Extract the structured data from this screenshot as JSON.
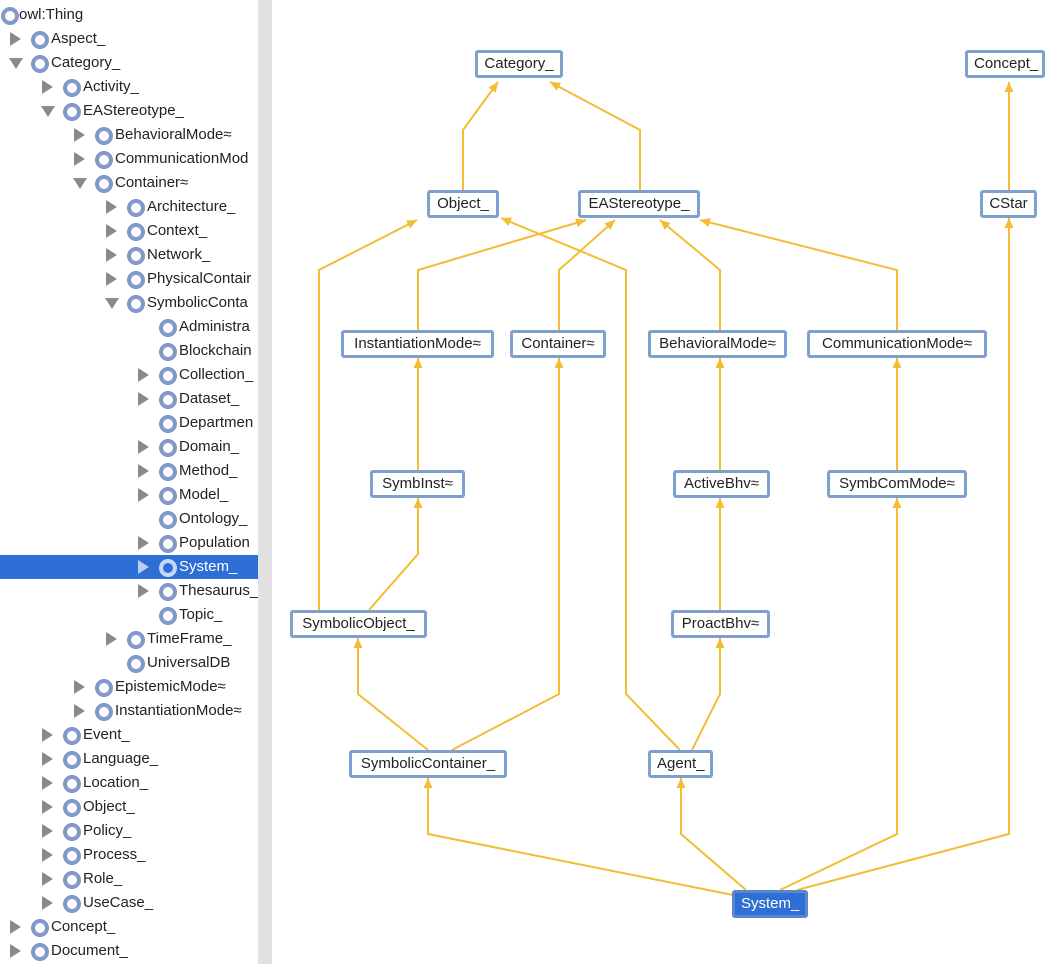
{
  "tree": [
    {
      "label": "owl:Thing",
      "depth": 0,
      "toggle": "none"
    },
    {
      "label": "Aspect_",
      "depth": 1,
      "toggle": "collapsed"
    },
    {
      "label": "Category_",
      "depth": 1,
      "toggle": "expanded"
    },
    {
      "label": "Activity_",
      "depth": 2,
      "toggle": "collapsed"
    },
    {
      "label": "EAStereotype_",
      "depth": 2,
      "toggle": "expanded"
    },
    {
      "label": "BehavioralMode≈",
      "depth": 3,
      "toggle": "collapsed"
    },
    {
      "label": "CommunicationMod",
      "depth": 3,
      "toggle": "collapsed"
    },
    {
      "label": "Container≈",
      "depth": 3,
      "toggle": "expanded"
    },
    {
      "label": "Architecture_",
      "depth": 4,
      "toggle": "collapsed"
    },
    {
      "label": "Context_",
      "depth": 4,
      "toggle": "collapsed"
    },
    {
      "label": "Network_",
      "depth": 4,
      "toggle": "collapsed"
    },
    {
      "label": "PhysicalContair",
      "depth": 4,
      "toggle": "collapsed"
    },
    {
      "label": "SymbolicConta",
      "depth": 4,
      "toggle": "expanded"
    },
    {
      "label": "Administra",
      "depth": 5,
      "toggle": "none"
    },
    {
      "label": "Blockchain",
      "depth": 5,
      "toggle": "none"
    },
    {
      "label": "Collection_",
      "depth": 5,
      "toggle": "collapsed"
    },
    {
      "label": "Dataset_",
      "depth": 5,
      "toggle": "collapsed"
    },
    {
      "label": "Departmen",
      "depth": 5,
      "toggle": "none"
    },
    {
      "label": "Domain_",
      "depth": 5,
      "toggle": "collapsed"
    },
    {
      "label": "Method_",
      "depth": 5,
      "toggle": "collapsed"
    },
    {
      "label": "Model_",
      "depth": 5,
      "toggle": "collapsed"
    },
    {
      "label": "Ontology_",
      "depth": 5,
      "toggle": "none"
    },
    {
      "label": "Population",
      "depth": 5,
      "toggle": "collapsed"
    },
    {
      "label": "System_",
      "depth": 5,
      "toggle": "collapsed",
      "selected": true
    },
    {
      "label": "Thesaurus_",
      "depth": 5,
      "toggle": "collapsed"
    },
    {
      "label": "Topic_",
      "depth": 5,
      "toggle": "none"
    },
    {
      "label": "TimeFrame_",
      "depth": 4,
      "toggle": "collapsed"
    },
    {
      "label": "UniversalDB",
      "depth": 4,
      "toggle": "none"
    },
    {
      "label": "EpistemicMode≈",
      "depth": 3,
      "toggle": "collapsed"
    },
    {
      "label": "InstantiationMode≈",
      "depth": 3,
      "toggle": "collapsed"
    },
    {
      "label": "Event_",
      "depth": 2,
      "toggle": "collapsed"
    },
    {
      "label": "Language_",
      "depth": 2,
      "toggle": "collapsed"
    },
    {
      "label": "Location_",
      "depth": 2,
      "toggle": "collapsed"
    },
    {
      "label": "Object_",
      "depth": 2,
      "toggle": "collapsed"
    },
    {
      "label": "Policy_",
      "depth": 2,
      "toggle": "collapsed"
    },
    {
      "label": "Process_",
      "depth": 2,
      "toggle": "collapsed"
    },
    {
      "label": "Role_",
      "depth": 2,
      "toggle": "collapsed"
    },
    {
      "label": "UseCase_",
      "depth": 2,
      "toggle": "collapsed"
    },
    {
      "label": "Concept_",
      "depth": 1,
      "toggle": "collapsed"
    },
    {
      "label": "Document_",
      "depth": 1,
      "toggle": "collapsed"
    }
  ],
  "graph": {
    "edge_color": "#f3bc35",
    "nodes": [
      {
        "id": "category",
        "label": "Category_"
      },
      {
        "id": "concept",
        "label": "Concept_"
      },
      {
        "id": "object",
        "label": "Object_"
      },
      {
        "id": "eastereotype",
        "label": "EAStereotype_"
      },
      {
        "id": "cstar",
        "label": "CStar"
      },
      {
        "id": "instantiationmode",
        "label": "InstantiationMode≈"
      },
      {
        "id": "container",
        "label": "Container≈"
      },
      {
        "id": "behavioralmode",
        "label": "BehavioralMode≈"
      },
      {
        "id": "communicationmode",
        "label": "CommunicationMode≈"
      },
      {
        "id": "symbinst",
        "label": "SymbInst≈"
      },
      {
        "id": "activebhv",
        "label": "ActiveBhv≈"
      },
      {
        "id": "symbcommode",
        "label": "SymbComMode≈"
      },
      {
        "id": "symbolicobject",
        "label": "SymbolicObject_"
      },
      {
        "id": "proactbhv",
        "label": "ProactBhv≈"
      },
      {
        "id": "symboliccontainer",
        "label": "SymbolicContainer_"
      },
      {
        "id": "agent",
        "label": "Agent_"
      },
      {
        "id": "system",
        "label": "System_",
        "selected": true
      }
    ]
  }
}
